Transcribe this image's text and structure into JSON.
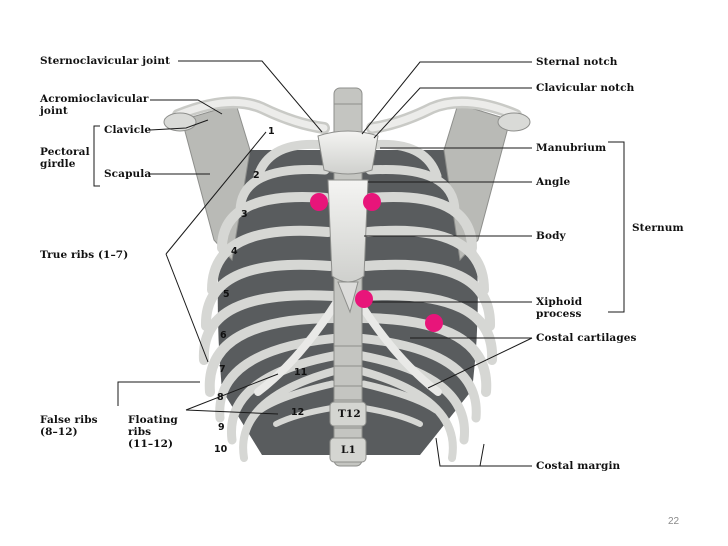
{
  "labels": {
    "sternoclavicular_joint": "Sternoclavicular joint",
    "acromioclavicular_joint": "Acromioclavicular\njoint",
    "clavicle": "Clavicle",
    "pectoral_girdle": "Pectoral\ngirdle",
    "scapula": "Scapula",
    "true_ribs": "True ribs (1–7)",
    "false_ribs": "False ribs\n(8–12)",
    "floating_ribs": "Floating\nribs\n(11–12)",
    "sternal_notch": "Sternal notch",
    "clavicular_notch": "Clavicular notch",
    "manubrium": "Manubrium",
    "angle": "Angle",
    "body": "Body",
    "sternum": "Sternum",
    "xiphoid_process": "Xiphoid\nprocess",
    "costal_cartilages": "Costal cartilages",
    "costal_margin": "Costal margin",
    "t12": "T12",
    "l1": "L1"
  },
  "rib_numbers": [
    "1",
    "2",
    "3",
    "4",
    "5",
    "6",
    "7",
    "8",
    "9",
    "10",
    "11",
    "12"
  ],
  "marker_color": "#e8157a",
  "slide_number": "22"
}
